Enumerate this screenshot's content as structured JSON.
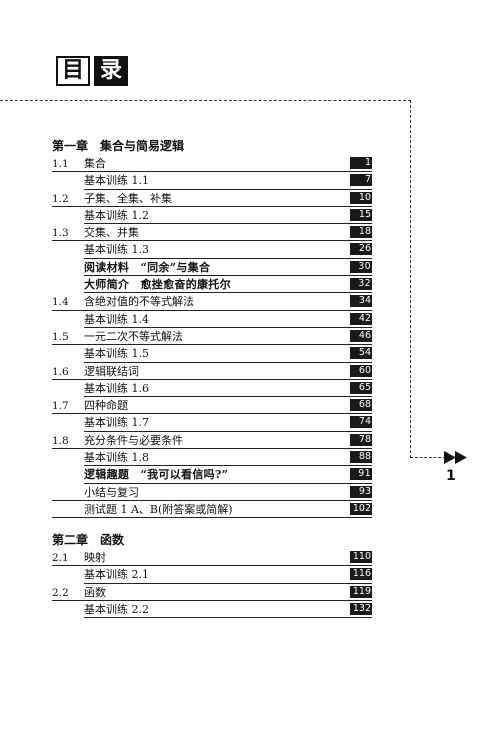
{
  "title": {
    "char1": "目",
    "char2": "录"
  },
  "page_number": "1",
  "chapters": [
    {
      "heading": "第一章　集合与简易逻辑",
      "entries": [
        {
          "num": "1.1",
          "title": "集合",
          "page": "1",
          "level": "main",
          "bold": false
        },
        {
          "num": "",
          "title": "基本训练 1.1",
          "page": "7",
          "level": "sub",
          "bold": false
        },
        {
          "num": "1.2",
          "title": "子集、全集、补集",
          "page": "10",
          "level": "main",
          "bold": false
        },
        {
          "num": "",
          "title": "基本训练 1.2",
          "page": "15",
          "level": "sub",
          "bold": false
        },
        {
          "num": "1.3",
          "title": "交集、并集",
          "page": "18",
          "level": "main",
          "bold": false
        },
        {
          "num": "",
          "title": "基本训练 1.3",
          "page": "26",
          "level": "sub",
          "bold": false
        },
        {
          "num": "",
          "title": "阅读材料　“同余”与集合",
          "page": "30",
          "level": "sub",
          "bold": true
        },
        {
          "num": "",
          "title": "大师简介　愈挫愈奋的康托尔",
          "page": "32",
          "level": "sub",
          "bold": true
        },
        {
          "num": "1.4",
          "title": "含绝对值的不等式解法",
          "page": "34",
          "level": "main",
          "bold": false
        },
        {
          "num": "",
          "title": "基本训练 1.4",
          "page": "42",
          "level": "sub",
          "bold": false
        },
        {
          "num": "1.5",
          "title": "一元二次不等式解法",
          "page": "46",
          "level": "main",
          "bold": false
        },
        {
          "num": "",
          "title": "基本训练 1.5",
          "page": "54",
          "level": "sub",
          "bold": false
        },
        {
          "num": "1.6",
          "title": "逻辑联结词",
          "page": "60",
          "level": "main",
          "bold": false
        },
        {
          "num": "",
          "title": "基本训练 1.6",
          "page": "65",
          "level": "sub",
          "bold": false
        },
        {
          "num": "1.7",
          "title": "四种命题",
          "page": "68",
          "level": "main",
          "bold": false
        },
        {
          "num": "",
          "title": "基本训练 1.7",
          "page": "74",
          "level": "sub",
          "bold": false
        },
        {
          "num": "1.8",
          "title": "充分条件与必要条件",
          "page": "78",
          "level": "main",
          "bold": false
        },
        {
          "num": "",
          "title": "基本训练 1.8",
          "page": "88",
          "level": "sub",
          "bold": false
        },
        {
          "num": "",
          "title": "逻辑趣题　“我可以看信吗?”",
          "page": "91",
          "level": "sub",
          "bold": true
        },
        {
          "num": "",
          "title": "小结与复习",
          "page": "93",
          "level": "main",
          "bold": false
        },
        {
          "num": "",
          "title": "测试题 1 A、B(附答案或简解)",
          "page": "102",
          "level": "main",
          "bold": false
        }
      ]
    },
    {
      "heading": "第二章　函数",
      "entries": [
        {
          "num": "2.1",
          "title": "映射",
          "page": "110",
          "level": "main",
          "bold": false
        },
        {
          "num": "",
          "title": "基本训练 2.1",
          "page": "116",
          "level": "sub",
          "bold": false
        },
        {
          "num": "2.2",
          "title": "函数",
          "page": "119",
          "level": "main",
          "bold": false
        },
        {
          "num": "",
          "title": "基本训练 2.2",
          "page": "132",
          "level": "sub",
          "bold": false
        }
      ]
    }
  ]
}
